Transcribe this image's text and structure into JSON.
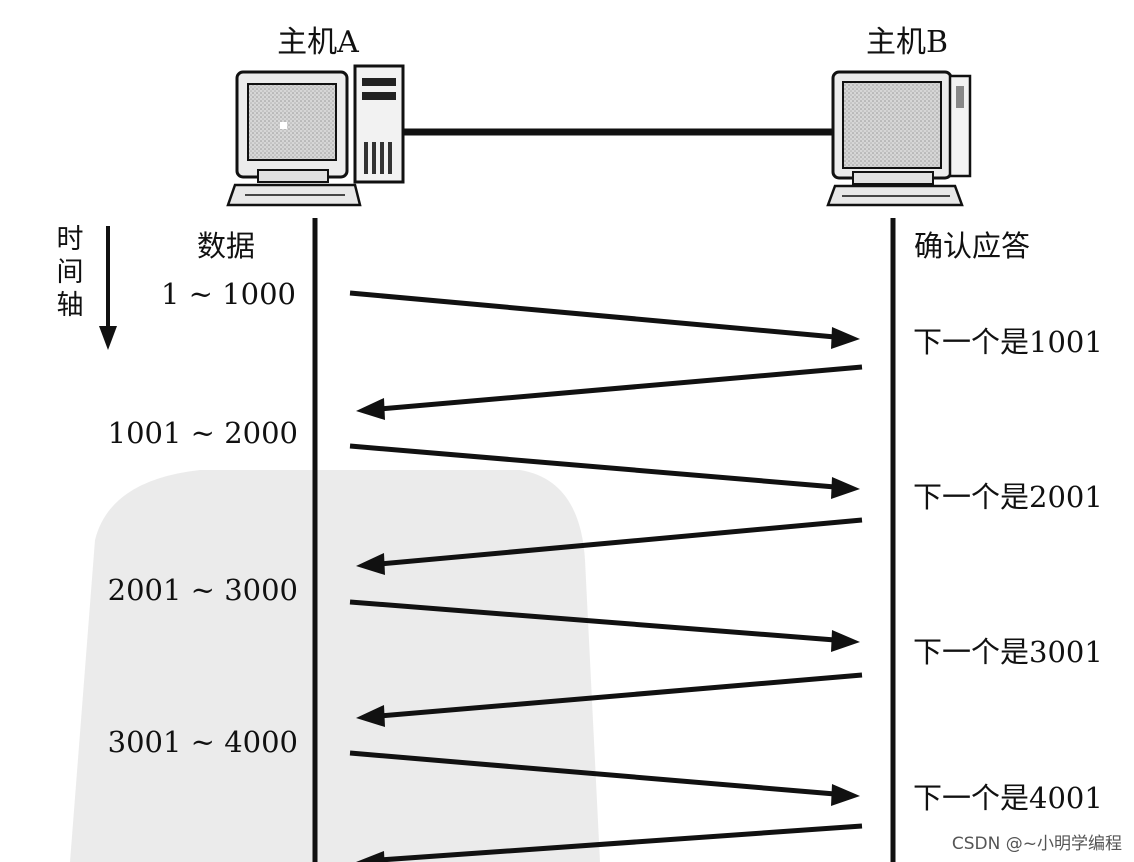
{
  "hosts": {
    "a": "主机A",
    "b": "主机B"
  },
  "time_axis": [
    "时",
    "间",
    "轴"
  ],
  "headers": {
    "data": "数据",
    "ack": "确认应答"
  },
  "segments": [
    {
      "data": "1 ~ 1000",
      "ack": "下一个是1001"
    },
    {
      "data": "1001 ~ 2000",
      "ack": "下一个是2001"
    },
    {
      "data": "2001 ~ 3000",
      "ack": "下一个是3001"
    },
    {
      "data": "3001 ~ 4000",
      "ack": "下一个是4001"
    }
  ],
  "watermark": "CSDN @~小明学编程"
}
